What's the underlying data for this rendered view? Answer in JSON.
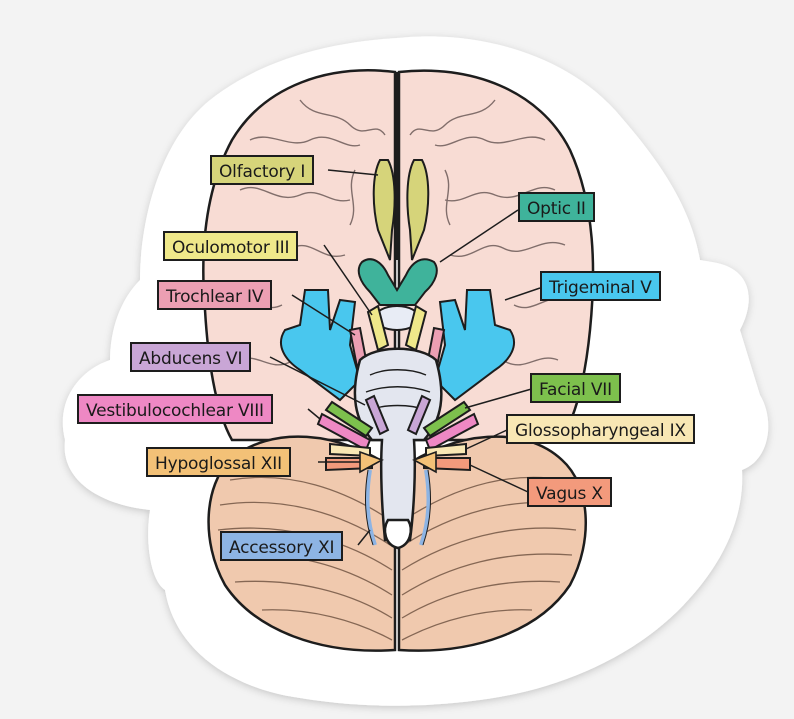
{
  "diagram": {
    "nerves": [
      {
        "id": "olfactory",
        "label": "Olfactory I",
        "color": "#d6d47a"
      },
      {
        "id": "optic",
        "label": "Optic II",
        "color": "#3fb39b"
      },
      {
        "id": "oculomotor",
        "label": "Oculomotor III",
        "color": "#efe88a"
      },
      {
        "id": "trochlear",
        "label": "Trochlear IV",
        "color": "#ec9fb3"
      },
      {
        "id": "trigeminal",
        "label": "Trigeminal V",
        "color": "#49c7ee"
      },
      {
        "id": "abducens",
        "label": "Abducens VI",
        "color": "#c9a6d6"
      },
      {
        "id": "facial",
        "label": "Facial VII",
        "color": "#7dc04d"
      },
      {
        "id": "vestibulocochlear",
        "label": "Vestibulocochlear VIII",
        "color": "#ee88c4"
      },
      {
        "id": "glossopharyngeal",
        "label": "Glossopharyngeal IX",
        "color": "#f8e7b4"
      },
      {
        "id": "vagus",
        "label": "Vagus X",
        "color": "#f39a7c"
      },
      {
        "id": "accessory",
        "label": "Accessory XI",
        "color": "#8db4e4"
      },
      {
        "id": "hypoglossal",
        "label": "Hypoglossal XII",
        "color": "#f3c177"
      }
    ],
    "colors": {
      "cerebrum": "#f8dcd4",
      "cerebellum": "#f0c9ae",
      "brainstem": "#e3e6ef",
      "outline": "#1d1d1d",
      "sticker_border": "#ffffff",
      "background": "#f3f3f3"
    }
  }
}
